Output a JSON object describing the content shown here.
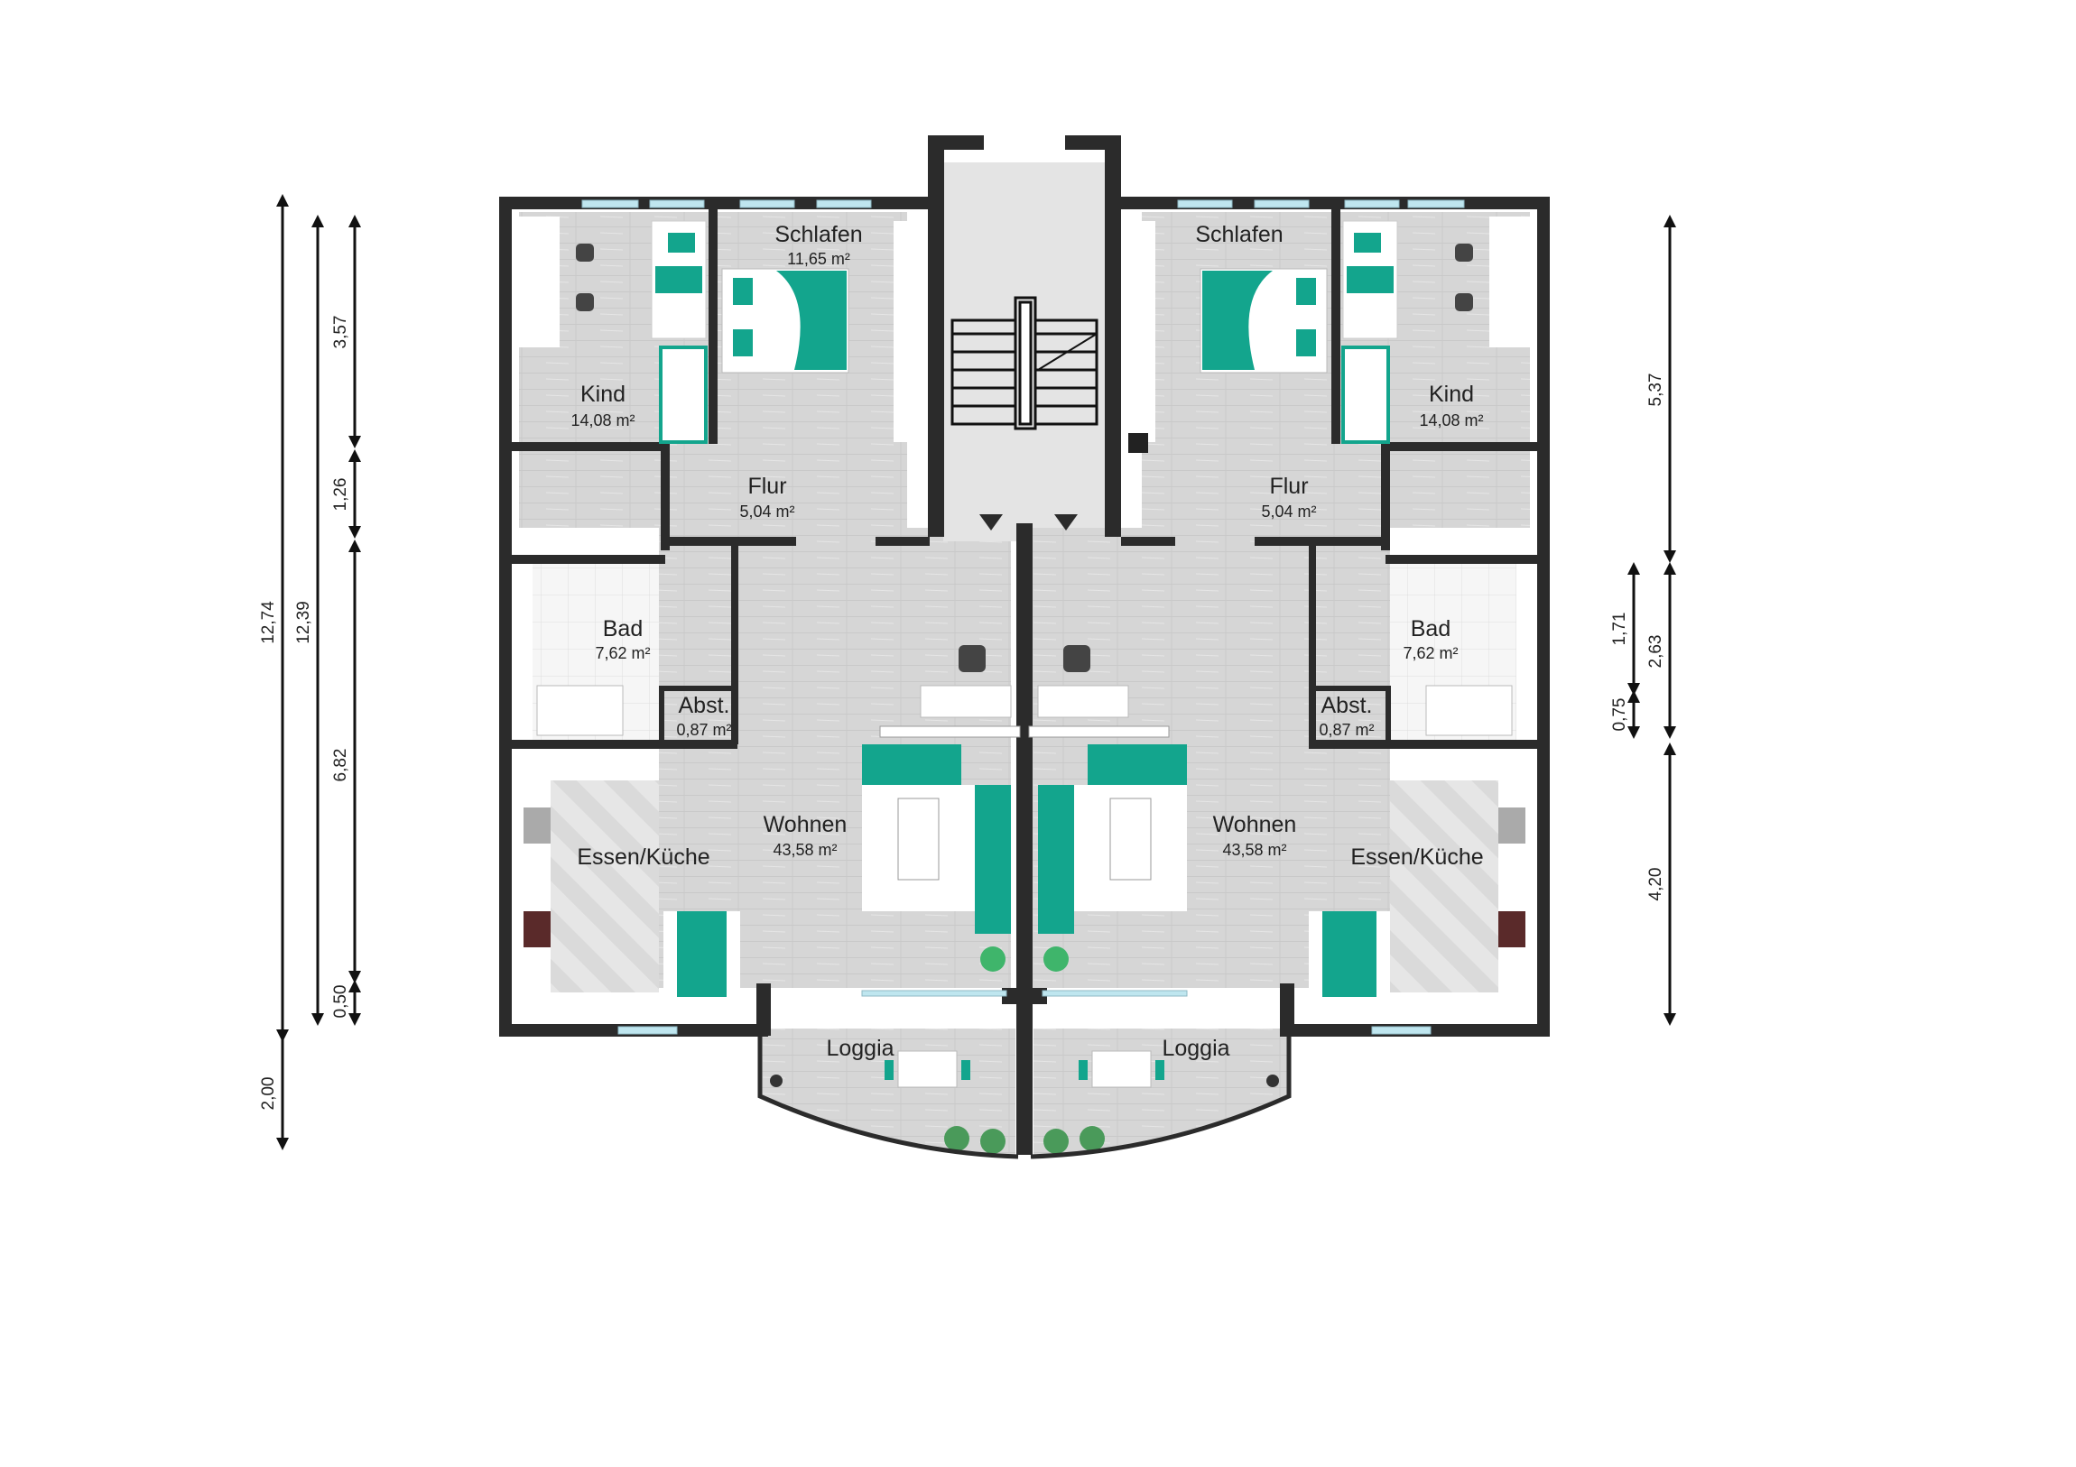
{
  "plan": {
    "colors": {
      "wall": "#2b2b2b",
      "floor_wood": "#dcdcdc",
      "tile": "#f4f4f4",
      "accent": "#13a58d",
      "window": "#bfe6ef"
    },
    "rooms": {
      "left_kind": {
        "name": "Kind",
        "area": "14,08 m²"
      },
      "left_schlafen": {
        "name": "Schlafen",
        "area": "11,65 m²"
      },
      "left_flur": {
        "name": "Flur",
        "area": "5,04 m²"
      },
      "left_bad": {
        "name": "Bad",
        "area": "7,62 m²"
      },
      "left_abst": {
        "name": "Abst.",
        "area": "0,87 m²"
      },
      "left_wohnen": {
        "name": "Wohnen",
        "area": "43,58 m²"
      },
      "left_kueche": {
        "name": "Essen/Küche"
      },
      "left_loggia": {
        "name": "Loggia"
      },
      "right_schlafen": {
        "name": "Schlafen"
      },
      "right_kind": {
        "name": "Kind",
        "area": "14,08 m²"
      },
      "right_flur": {
        "name": "Flur",
        "area": "5,04 m²"
      },
      "right_bad": {
        "name": "Bad",
        "area": "7,62 m²"
      },
      "right_abst": {
        "name": "Abst.",
        "area": "0,87 m²"
      },
      "right_wohnen": {
        "name": "Wohnen",
        "area": "43,58 m²"
      },
      "right_kueche": {
        "name": "Essen/Küche"
      },
      "right_loggia": {
        "name": "Loggia"
      }
    },
    "dimensions": {
      "left_outer_total": "12,74",
      "left_outer_loggia": "2,00",
      "left_mid_total": "12,39",
      "left_inner_1": "3,57",
      "left_inner_2": "1,26",
      "left_inner_3": "6,82",
      "left_inner_4": "0,50",
      "right_outer_1": "5,37",
      "right_outer_2": "2,63",
      "right_outer_3": "4,20",
      "right_inner_1": "1,71",
      "right_inner_2": "0,75"
    }
  }
}
